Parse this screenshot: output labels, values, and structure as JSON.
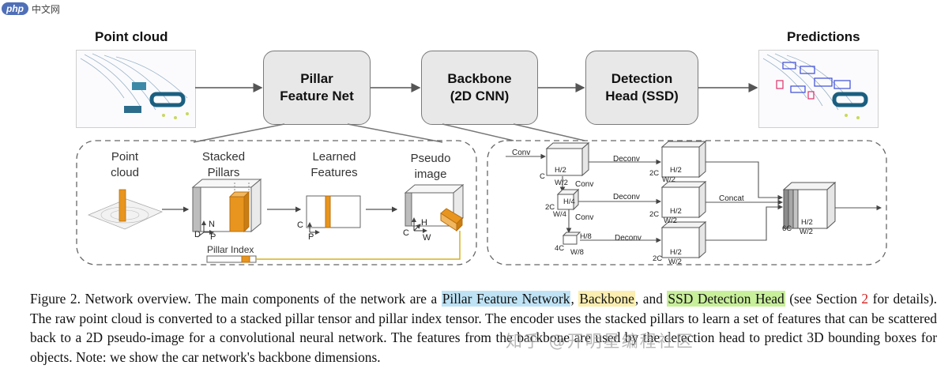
{
  "watermark": {
    "logo": "php",
    "site": "中文网"
  },
  "pipeline": {
    "input_label": "Point cloud",
    "output_label": "Predictions",
    "blocks": [
      {
        "id": "pfn",
        "label": "Pillar\nFeature Net"
      },
      {
        "id": "backbone",
        "label": "Backbone\n(2D CNN)"
      },
      {
        "id": "head",
        "label": "Detection\nHead (SSD)"
      }
    ]
  },
  "pfn_detail": {
    "stages": [
      {
        "line1": "Point",
        "line2": "cloud"
      },
      {
        "line1": "Stacked",
        "line2": "Pillars"
      },
      {
        "line1": "Learned",
        "line2": "Features"
      },
      {
        "line1": "Pseudo",
        "line2": "image"
      }
    ],
    "axes": {
      "D": "D",
      "P": "P",
      "N": "N",
      "C": "C",
      "H": "H",
      "W": "W"
    },
    "pillar_index": "Pillar Index",
    "colors": {
      "pillar": "#e8951f",
      "pillar_dark": "#b8700f",
      "link": "#d8b020",
      "frame": "#666666"
    }
  },
  "backbone_detail": {
    "ops": {
      "conv": "Conv",
      "deconv": "Deconv",
      "concat": "Concat"
    },
    "dims": {
      "c": "C",
      "h2": "H/2",
      "w2": "W/2",
      "c2": "2C",
      "h4": "H/4",
      "w4": "W/4",
      "c4": "4C",
      "h8": "H/8",
      "w8": "W/8",
      "c6": "6C"
    }
  },
  "caption": {
    "prefix": "Figure 2. Network overview. The main components of the network are a ",
    "hl1": "Pillar Feature Network",
    "mid1": ", ",
    "hl2": "Backbone",
    "mid2": ", and ",
    "hl3": "SSD Detection Head",
    "mid3": " (see Section ",
    "ref": "2",
    "rest": " for details). The raw point cloud is converted to a stacked pillar tensor and pillar index tensor. The encoder uses the stacked pillars to learn a set of features that can be scattered back to a 2D pseudo-image for a convolutional neural network. The features from the backbone are used by the detection head to predict 3D bounding boxes for objects. Note: we show the car network's backbone dimensions.",
    "colors": {
      "hl1": "#bfe3f5",
      "hl2": "#fbeeb0",
      "hl3": "#c8ef9a",
      "ref": "#d42020"
    }
  },
  "overlay_watermark": "知乎 @开明星编程社区"
}
